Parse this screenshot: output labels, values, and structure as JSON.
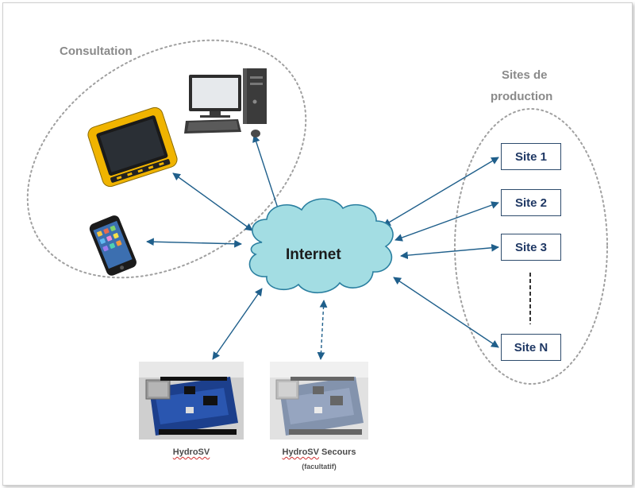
{
  "groups": {
    "consultation": "Consultation",
    "sites_line1": "Sites de",
    "sites_line2": "production"
  },
  "internet_label": "Internet",
  "sites": [
    "Site 1",
    "Site 2",
    "Site 3",
    "Site N"
  ],
  "devices": {
    "hydro_main": "HydroSV",
    "hydro_backup_name": "HydroSV",
    "hydro_backup_suffix": " Secours",
    "hydro_backup_note": "(facultatif)"
  },
  "colors": {
    "arrow": "#1f5f8b",
    "cloud_fill": "#a3dde3",
    "cloud_stroke": "#2a7fa0",
    "site_text": "#1f3864",
    "group_label": "#8a8a8a"
  },
  "icons": [
    "desktop-computer-icon",
    "rugged-tablet-icon",
    "smartphone-icon",
    "arduino-board-icon"
  ]
}
